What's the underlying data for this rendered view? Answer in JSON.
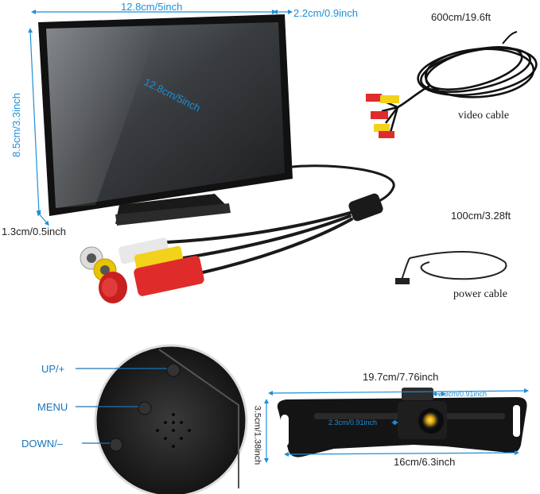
{
  "monitor": {
    "width_label": "12.8cm/5inch",
    "depth_label": "2.2cm/0.9inch",
    "height_label": "8.5cm/3.3inch",
    "diagonal_label": "12.8cm/5inch",
    "base_label": "1.3cm/0.5inch"
  },
  "video_cable": {
    "length_label": "600cm/19.6ft",
    "name": "video cable"
  },
  "power_cable": {
    "length_label": "100cm/3.28ft",
    "name": "power cable"
  },
  "buttons": {
    "up": "UP/+",
    "menu": "MENU",
    "down": "DOWN/–"
  },
  "camera": {
    "bracket_width_label": "19.7cm/7.76inch",
    "camera_width_label": "2.3cm/0.91inch",
    "camera_height_label": "2.3cm/0.91inch",
    "bracket_height_label": "3.5cm/1.38inch",
    "hole_spacing_label": "16cm/6.3inch"
  },
  "colors": {
    "dimension_line": "#1f8fd6",
    "rca_red": "#e02b2b",
    "rca_yellow": "#f2d21b",
    "rca_white": "#eeeeee"
  }
}
